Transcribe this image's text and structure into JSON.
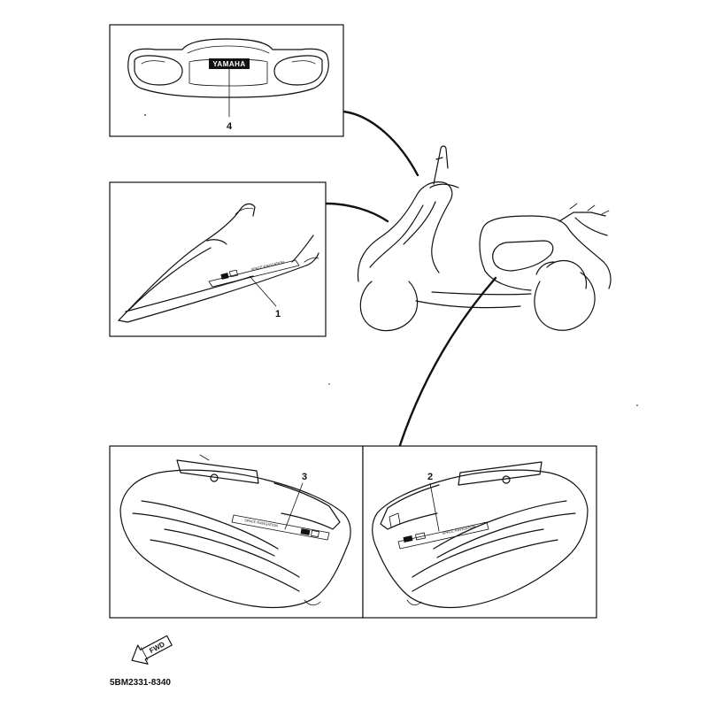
{
  "callouts": {
    "part1": "1",
    "part2": "2",
    "part3": "3",
    "part4": "4"
  },
  "logo_text": "YAMAHA",
  "decal_text": {
    "side": "SPACE RAVIGATION",
    "right": "SPACE RAVIGATION",
    "left": "SPACE RAVIGATION"
  },
  "fwd_label": "FWD",
  "diagram_code": "5BM2331-8340",
  "colors": {
    "ink": "#111111",
    "paper": "#ffffff"
  }
}
